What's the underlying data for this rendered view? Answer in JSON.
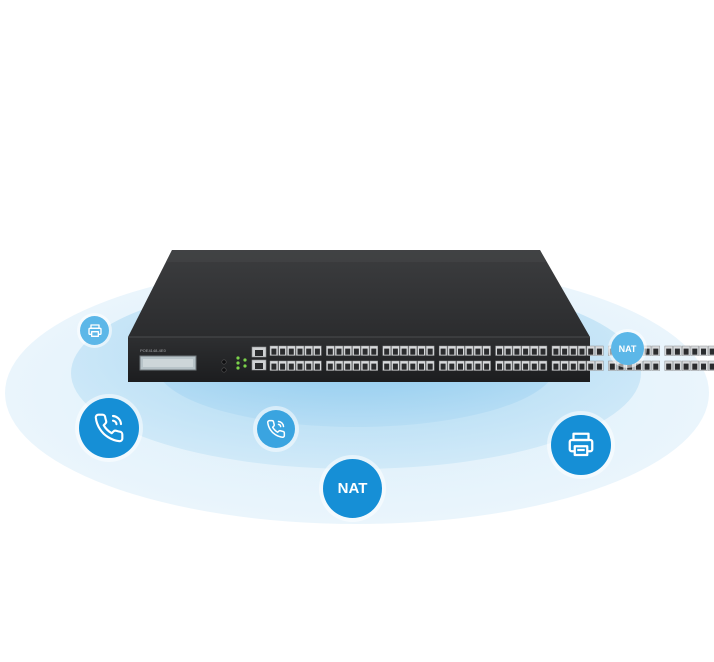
{
  "colors": {
    "ellipse_outer": "#e6f3fb",
    "ellipse_middle": "#c9e6f7",
    "ellipse_inner": "#a9d7f2",
    "badge_dark": "#168fd6",
    "badge_light": "#5cb7e8",
    "device_body": "#2a2b2d",
    "device_top": "#3a3b3d",
    "port_led": "#7bd24b"
  },
  "device": {
    "kind": "rack-mount network switch",
    "model_text": "POE4148-4E0"
  },
  "badges": [
    {
      "icon": "printer-icon",
      "label": ""
    },
    {
      "icon": "nat-label",
      "label": "NAT"
    },
    {
      "icon": "phone-icon",
      "label": ""
    },
    {
      "icon": "phone-icon",
      "label": ""
    },
    {
      "icon": "printer-icon",
      "label": ""
    },
    {
      "icon": "nat-label",
      "label": "NAT"
    }
  ]
}
